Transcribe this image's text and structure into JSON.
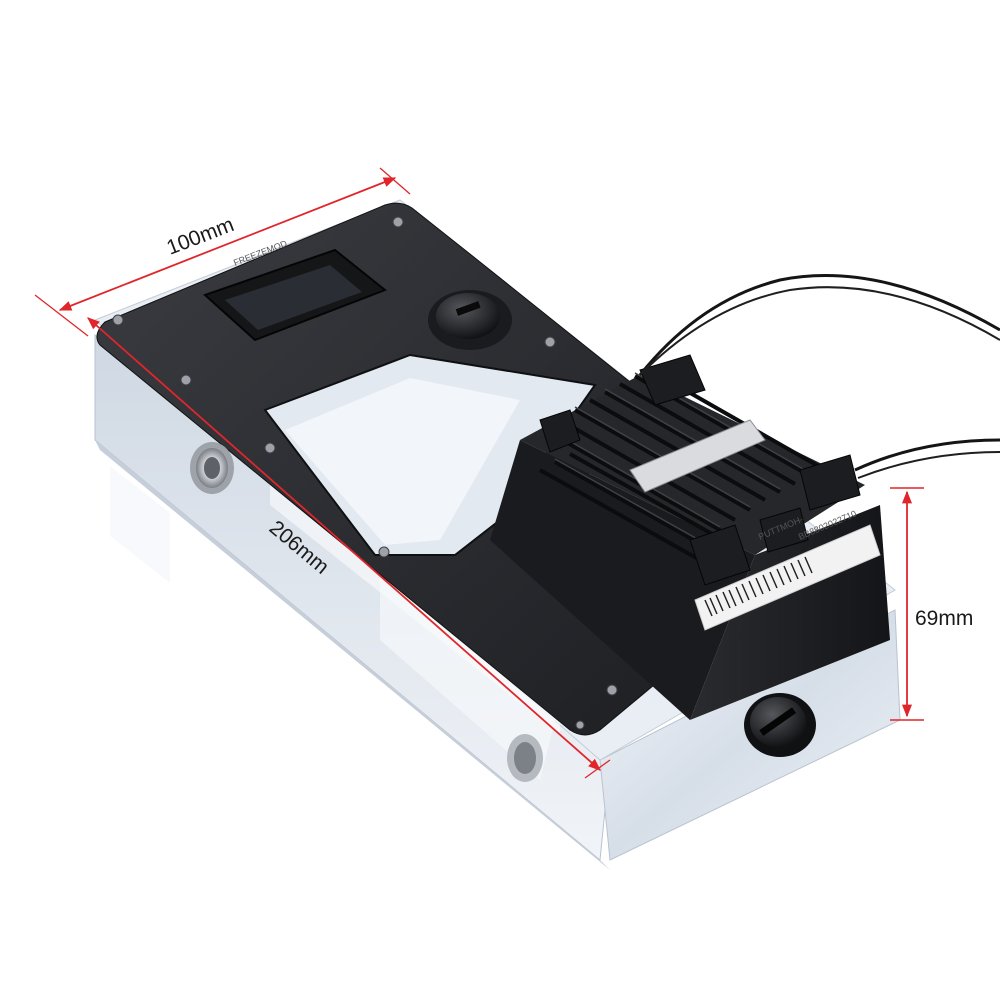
{
  "dimensions": {
    "width_label": "100mm",
    "length_label": "206mm",
    "height_label": "69mm"
  },
  "product": {
    "brand_mark": "FREEZEMOD",
    "serial_prefix": "PUTTMOH-",
    "serial_number": "BB8802022710"
  },
  "colors": {
    "dimension_line": "#e0262b",
    "metal_plate": "#2b2d31",
    "acrylic_body": "#dfe6ee",
    "background": "#ffffff"
  },
  "icons": [
    "fill-port-cap-icon",
    "side-port-plug-icon",
    "threaded-port-icon",
    "arrowhead-icon"
  ]
}
